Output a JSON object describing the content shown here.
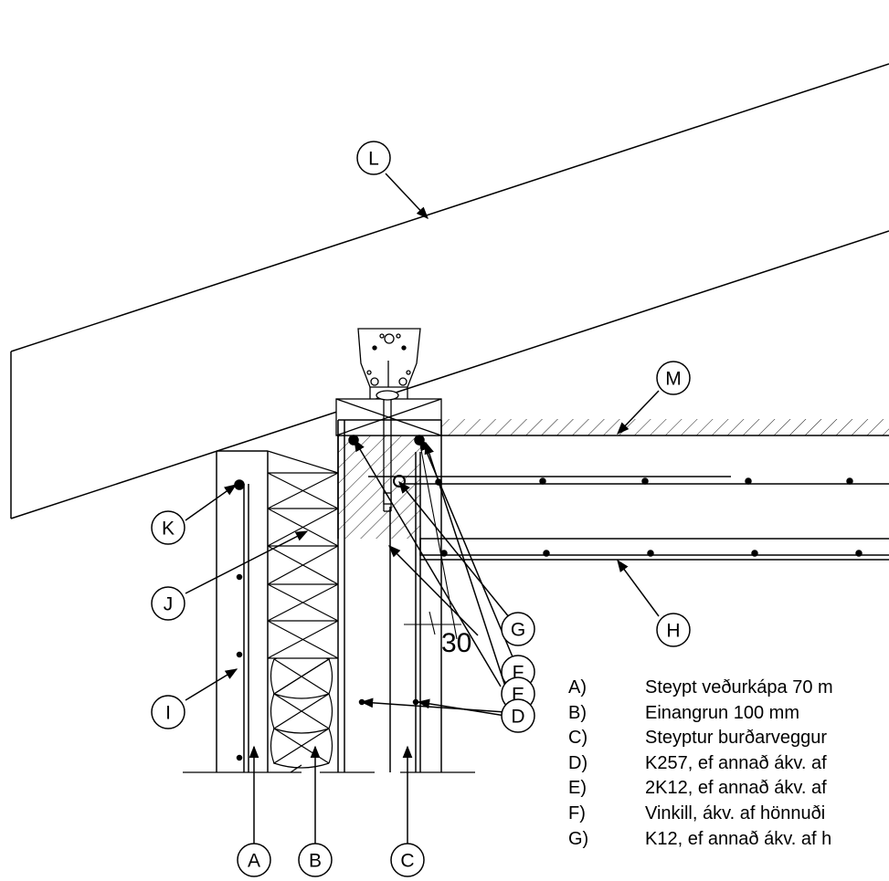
{
  "callouts": {
    "L": "L",
    "M": "M",
    "K": "K",
    "J": "J",
    "I": "I",
    "G": "G",
    "H": "H",
    "F": "F",
    "E": "E",
    "D": "D",
    "A": "A",
    "B": "B",
    "C": "C"
  },
  "dimension": {
    "angle": "30"
  },
  "legend": [
    {
      "key": "A)",
      "text": "Steypt veðurkápa 70 m"
    },
    {
      "key": "B)",
      "text": "Einangrun 100 mm"
    },
    {
      "key": "C)",
      "text": "Steyptur burðarveggur"
    },
    {
      "key": "D)",
      "text": "K257, ef annað ákv. af"
    },
    {
      "key": "E)",
      "text": "2K12, ef annað ákv. af"
    },
    {
      "key": "F)",
      "text": "Vinkill, ákv. af hönnuði"
    },
    {
      "key": "G)",
      "text": "K12, ef annað ákv. af h"
    }
  ],
  "colors": {
    "line": "#000000",
    "background": "#ffffff"
  }
}
